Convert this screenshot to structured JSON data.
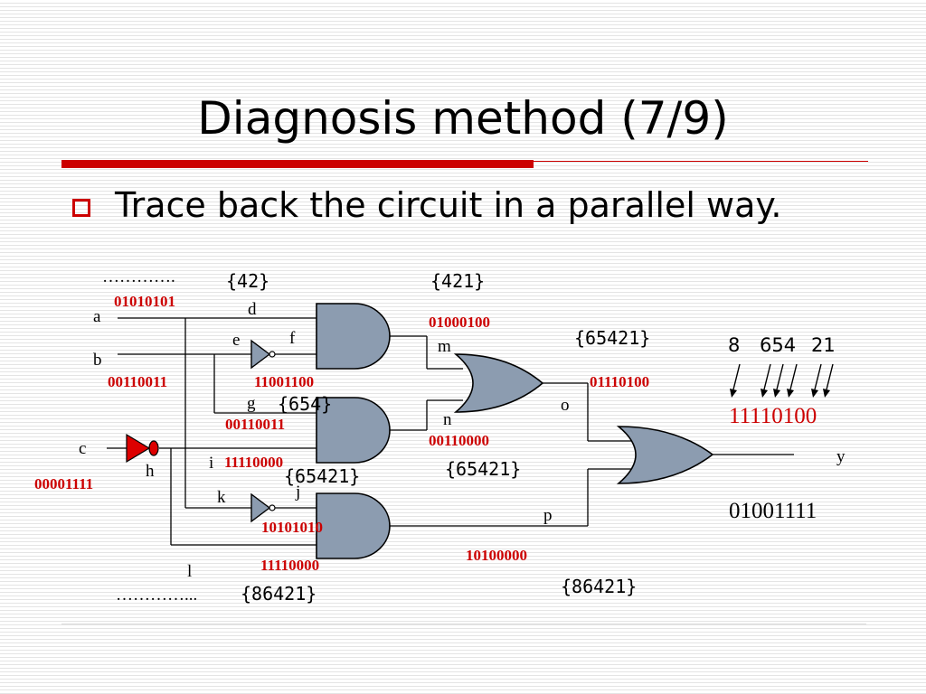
{
  "title": "Diagnosis method (7/9)",
  "bullet": "Trace back the circuit in a parallel way.",
  "signal_labels": {
    "a": "a",
    "b": "b",
    "c": "c",
    "d": "d",
    "e": "e",
    "f": "f",
    "g": "g",
    "h": "h",
    "i": "i",
    "j": "j",
    "k": "k",
    "l": "l",
    "m": "m",
    "n": "n",
    "o": "o",
    "p": "p",
    "y": "y"
  },
  "signal_values": {
    "a": "01010101",
    "b": "00110011",
    "c": "00001111",
    "f": "11001100",
    "g": "00110011",
    "i": "11110000",
    "k": "10101010",
    "l": "11110000",
    "m": "01000100",
    "n": "00110000",
    "o": "01110100",
    "p": "10100000"
  },
  "fault_sets": {
    "top_left": "{42}",
    "m": "{421}",
    "o": "{65421}",
    "g": "{654}",
    "i": "{65421}",
    "n": "{65421}",
    "p": "{86421}",
    "bottom": "{86421}"
  },
  "ellipsis": {
    "top": "………….",
    "bottom": "…………..."
  },
  "output_panel": {
    "positions": [
      "8",
      "654",
      "21"
    ],
    "expected": "11110100",
    "observed": "01001111"
  },
  "colors": {
    "accent_red": "#cc0000",
    "gate_fill": "#8c9cb0",
    "stripe": "#e4e4e4"
  }
}
